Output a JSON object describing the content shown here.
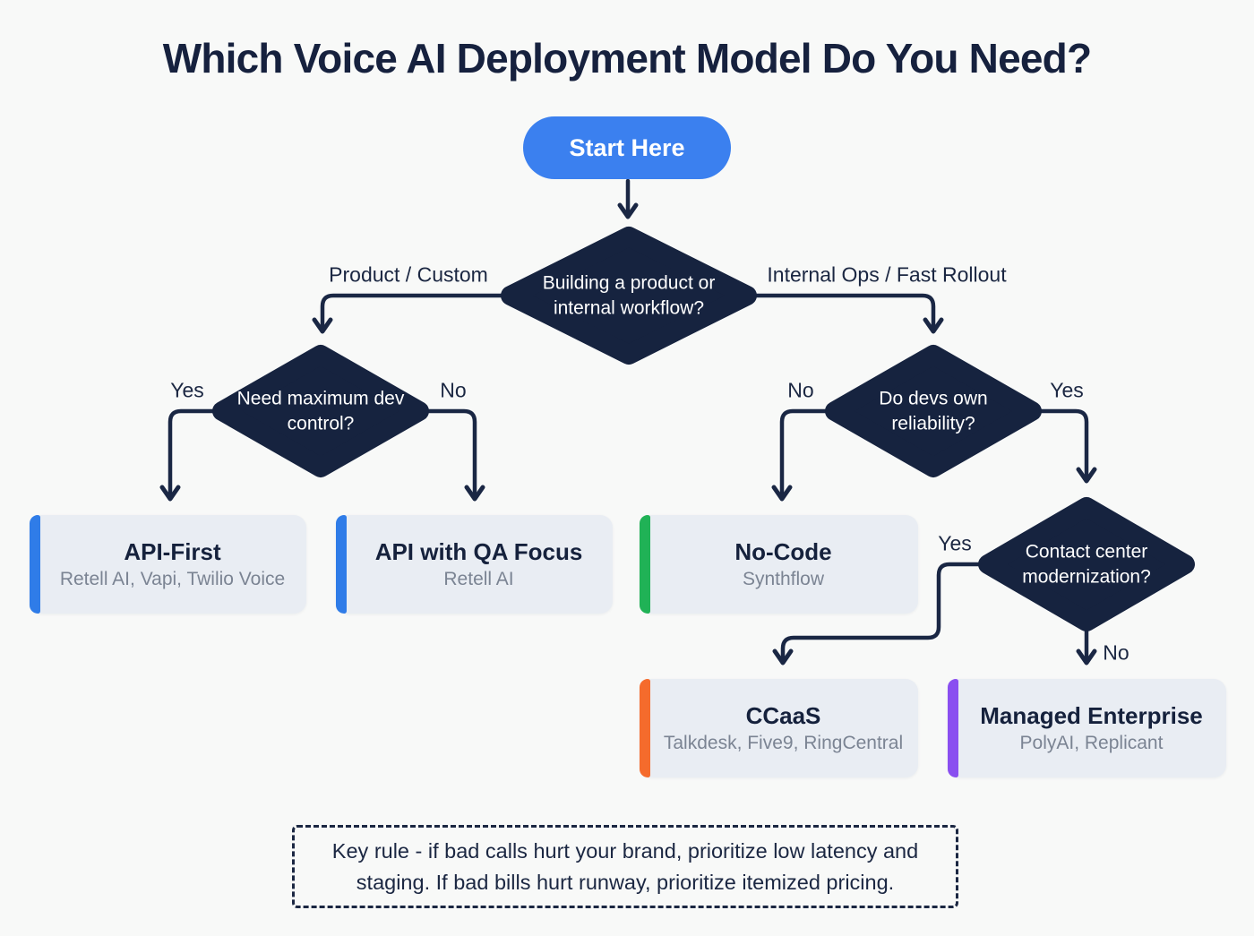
{
  "header": {
    "title": "Which Voice AI Deployment Model Do You Need?"
  },
  "start": {
    "label": "Start Here"
  },
  "decisions": {
    "build": {
      "question": "Building a product or internal workflow?",
      "left": "Product / Custom",
      "right": "Internal Ops / Fast Rollout"
    },
    "control": {
      "question": "Need maximum dev control?",
      "left": "Yes",
      "right": "No"
    },
    "reliability": {
      "question": "Do devs own reliability?",
      "left": "No",
      "right": "Yes"
    },
    "modernization": {
      "question": "Contact center modernization?",
      "left": "Yes",
      "bottom": "No"
    }
  },
  "outcomes": [
    {
      "title": "API-First",
      "vendors": "Retell AI, Vapi, Twilio Voice",
      "accent": "#2f7ce8"
    },
    {
      "title": "API with QA Focus",
      "vendors": "Retell AI",
      "accent": "#2f7ce8"
    },
    {
      "title": "No-Code",
      "vendors": "Synthflow",
      "accent": "#20b256"
    },
    {
      "title": "CCaaS",
      "vendors": "Talkdesk, Five9, RingCentral",
      "accent": "#f56b2c"
    },
    {
      "title": "Managed Enterprise",
      "vendors": "PolyAI, Replicant",
      "accent": "#8a4ff0"
    }
  ],
  "note": {
    "text": "Key rule - if bad calls hurt your brand, prioritize low latency and staging. If bad bills hurt runway, prioritize itemized pricing."
  },
  "palette": {
    "background": "#f8f9f8",
    "navy": "#1a2744",
    "diamond_fill": "#16233f",
    "start_blue": "#3b80ef",
    "card_bg": "#e9edf3",
    "card_title": "#15213c",
    "vendor_gray": "#7b8493",
    "accent_blue": "#2f7ce8",
    "accent_green": "#20b256",
    "accent_orange": "#f56b2c",
    "accent_purple": "#8a4ff0"
  }
}
